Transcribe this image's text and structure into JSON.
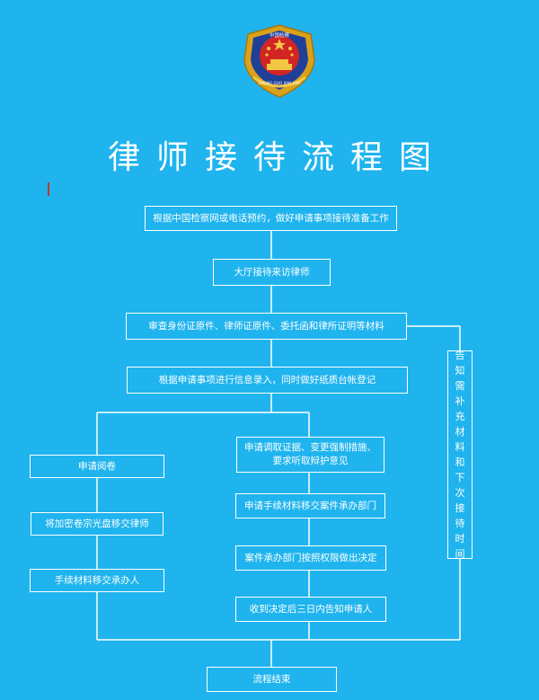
{
  "title": "律师接待流程图",
  "emblem": {
    "top_text": "中国检察",
    "bottom_text": "ZHONG GUO JIAN CHA"
  },
  "steps": {
    "s1": "根据中国检察网或电话预约，做好申请事项接待准备工作",
    "s2": "大厅接待来访律师",
    "s3": "审查身份证原件、律师证原件、委托函和律所证明等材料",
    "s4": "根据申请事项进行信息录入，同时做好纸质台帐登记",
    "left1": "申请阅卷",
    "left2": "将加密卷宗光盘移交律师",
    "left3": "手续材料移交承办人",
    "right1_line1": "申请调取证据、变更强制措施、",
    "right1_line2": "要求听取辩护意见",
    "right2": "申请手续材料移交案件承办部门",
    "right3": "案件承办部门按照权限做出决定",
    "right4": "收到决定后三日内告知申请人",
    "end": "流程结束"
  },
  "side_note_chars": [
    "告",
    "知",
    "需",
    "补",
    "充",
    "材",
    "料",
    "和",
    "下",
    "次",
    "接",
    "待",
    "时",
    "间"
  ]
}
